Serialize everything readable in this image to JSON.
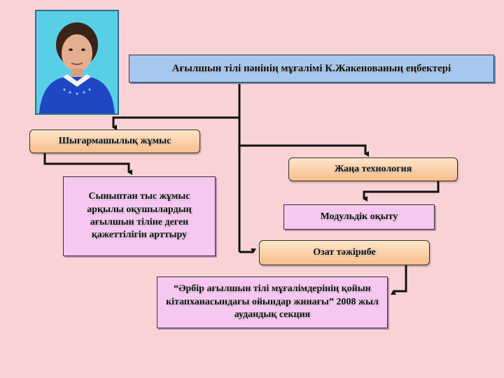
{
  "title": "Ағылшын тілі пәнінің мұғалімі К.Жакенованың еңбектері",
  "boxes": {
    "creative": "Шығармашылық жұмыс",
    "extracurricular": "Сыныптан тыс жұмыс арқылы оқушылардың ағылшын тіліне деген қажеттілігін арттыру",
    "new_tech": "Жаңа технология",
    "modular": "Модульдік оқыту",
    "best_practice": "Озат тәжірибе",
    "section": "“Әрбір ағылшын тілі мұғалімдерінің қойын кітапханасындағы ойындар жинағы” 2008 жыл аудандық секция"
  },
  "colors": {
    "background": "#f9d2d6",
    "title_fill": "#a6c8ee",
    "orange_fill": "#f7be8b",
    "lilac_fill": "#f6c8f1",
    "connector": "#111111"
  }
}
